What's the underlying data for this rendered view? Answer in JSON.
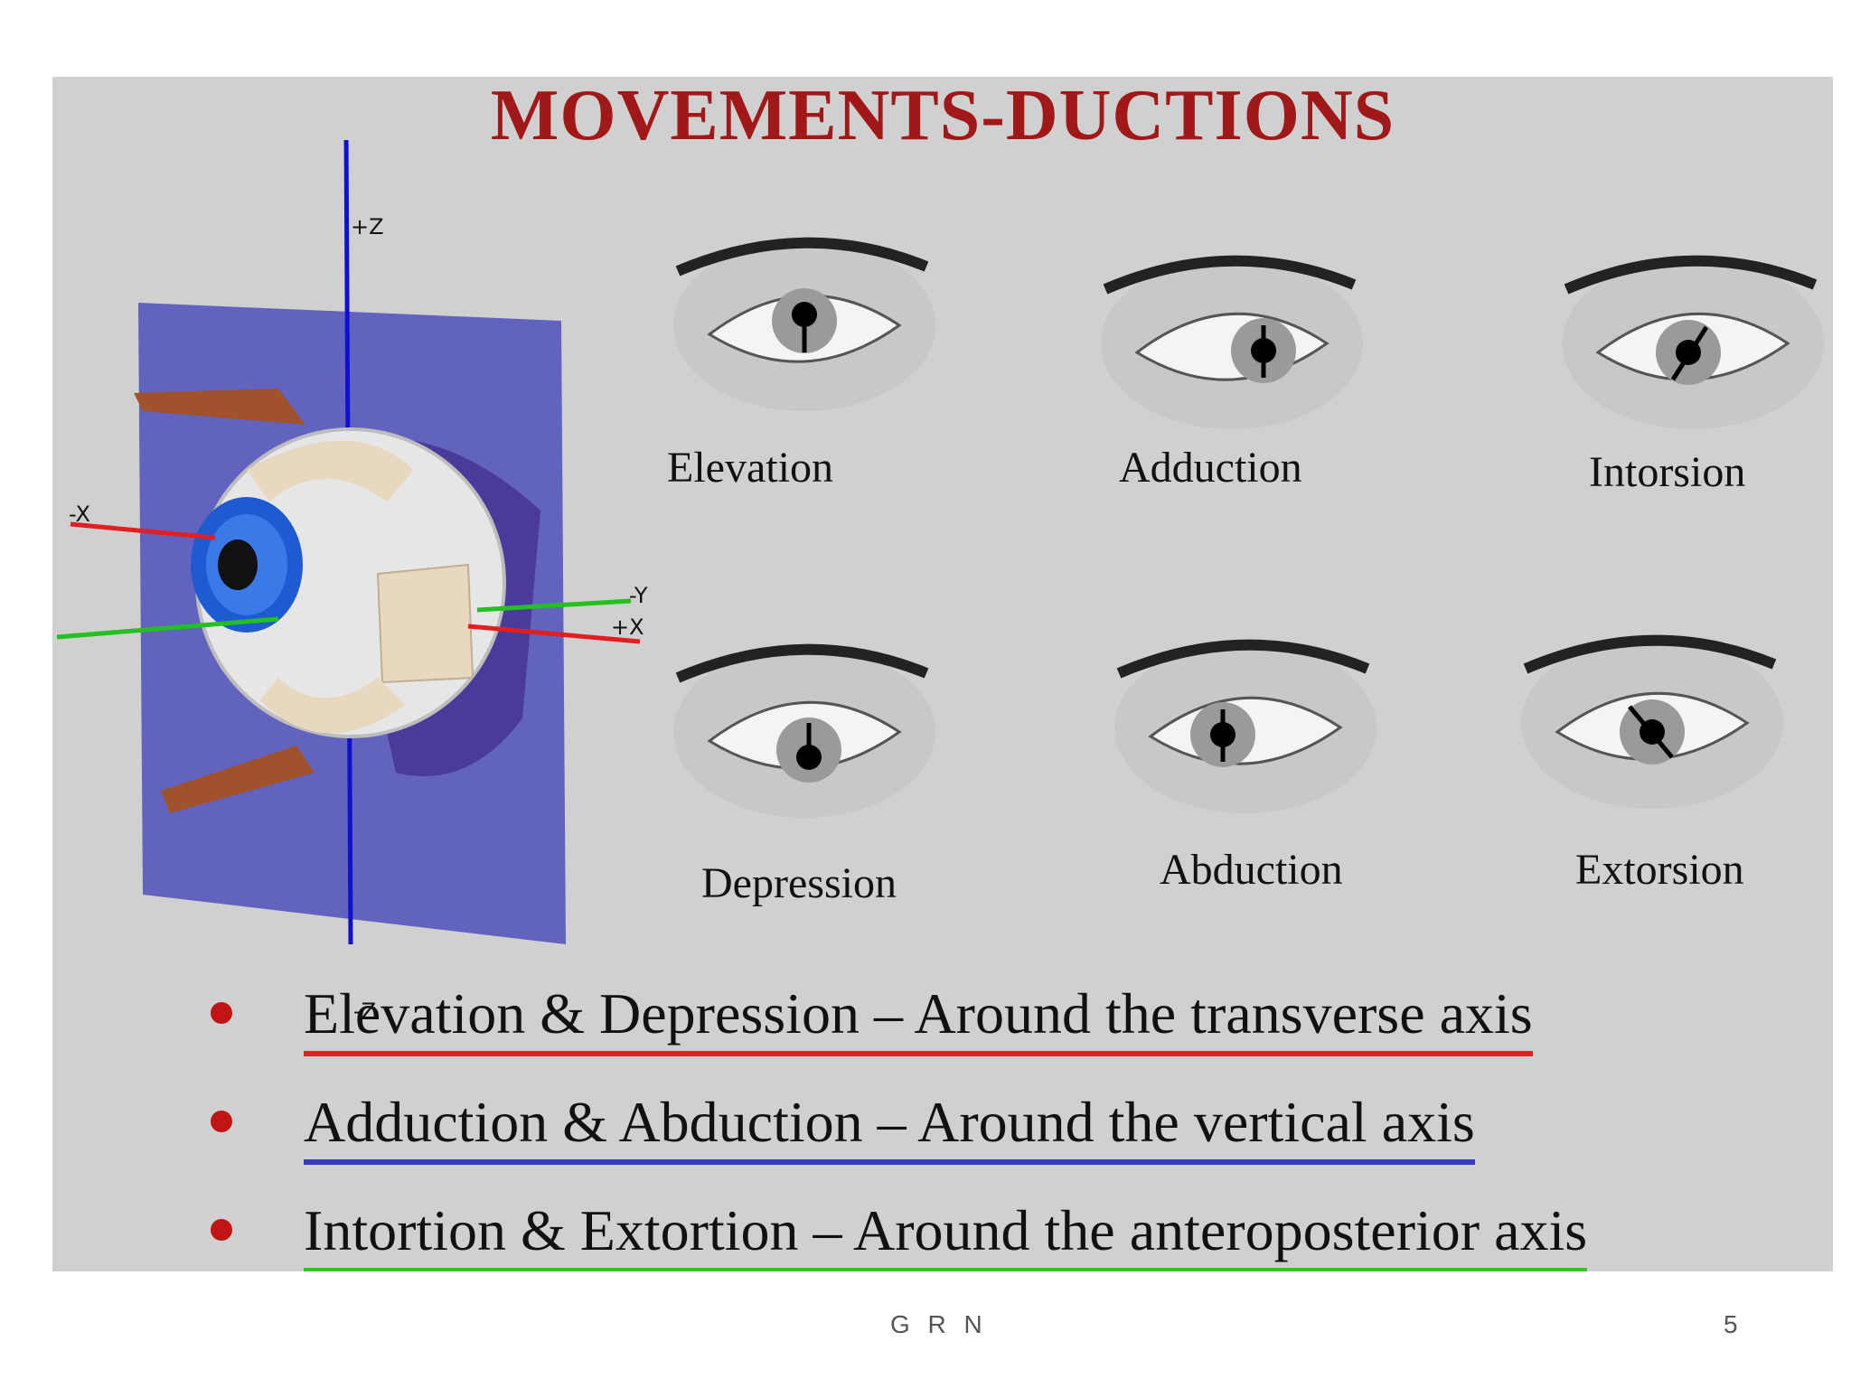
{
  "slide": {
    "title": "MOVEMENTS-DUCTIONS",
    "axis_labels": {
      "z_pos": "+Z",
      "z_neg": "-Z",
      "x_neg": "-X",
      "x_pos": "+X",
      "y": "-Y"
    },
    "movements": [
      {
        "label": "Elevation"
      },
      {
        "label": "Adduction"
      },
      {
        "label": "Intorsion"
      },
      {
        "label": "Depression"
      },
      {
        "label": "Abduction"
      },
      {
        "label": "Extorsion"
      }
    ],
    "bullets": [
      {
        "text": "Elevation & Depression – Around the transverse axis"
      },
      {
        "text": "Adduction & Abduction – Around the vertical axis"
      },
      {
        "text": "Intortion & Extortion – Around the anteroposterior axis"
      }
    ]
  },
  "footer": {
    "author": "G R N",
    "page_number": "5"
  },
  "colors": {
    "title": "#a01818",
    "bullet": "#c01515",
    "underline_1": "#e12020",
    "underline_2": "#3a3ac0",
    "underline_3": "#3cbf2c",
    "plane": "#6060c0"
  }
}
